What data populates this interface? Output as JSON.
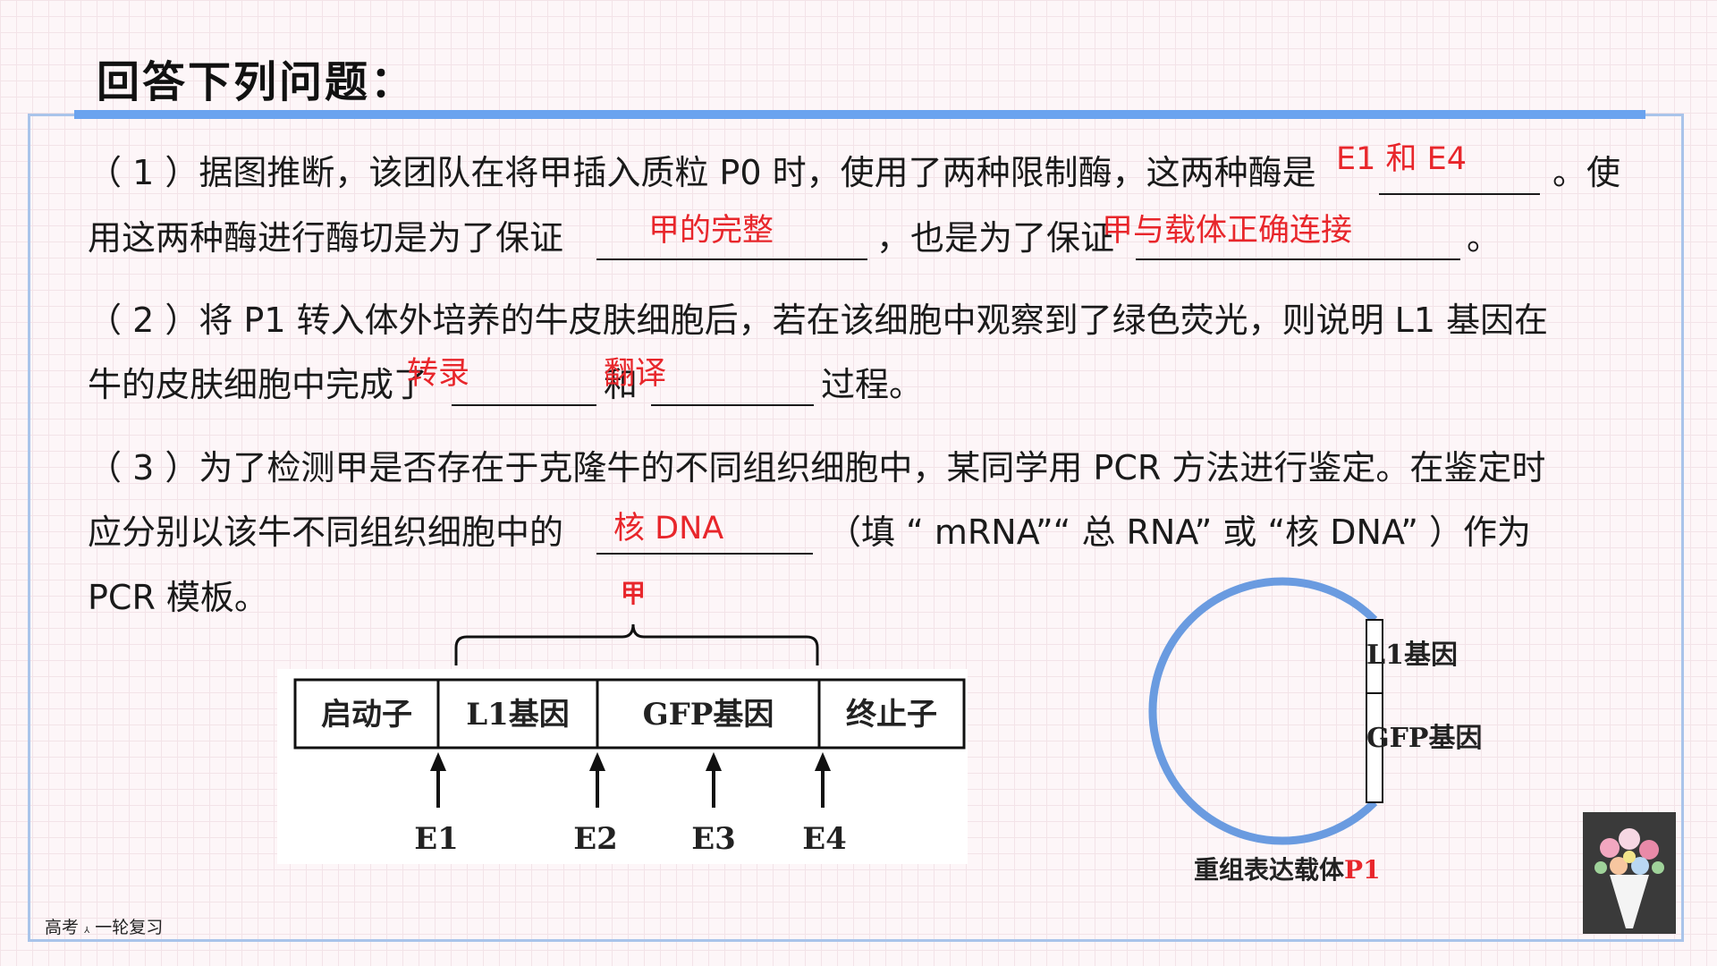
{
  "title": "回答下列问题：",
  "q1": {
    "line1_a": "（ 1 ）据图推断，该团队在将甲插入质粒 P0 时，使用了两种限制酶，这两种酶是",
    "line1_b": "。使",
    "line2_a": "用这两种酶进行酶切是为了保证",
    "line2_b": "，也是为了保证",
    "line2_c": "。",
    "answer_enzymes": "E1 和 E4",
    "answer_integrity": "甲的完整",
    "answer_connection": "甲与载体正确连接"
  },
  "q2": {
    "line1": "（ 2 ）将 P1 转入体外培养的牛皮肤细胞后，若在该细胞中观察到了绿色荧光，则说明 L1 基因在",
    "line2_a": "牛的皮肤细胞中完成了",
    "line2_b": "和",
    "line2_c": "过程。",
    "answer_transcription": "转录",
    "answer_translation": "翻译"
  },
  "q3": {
    "line1": "（ 3 ）为了检测甲是否存在于克隆牛的不同组织细胞中，某同学用 PCR 方法进行鉴定。在鉴定时",
    "line2_a": "应分别以该牛不同组织细胞中的",
    "line2_b": "（填 “ mRNA”“ 总 RNA” 或 “核 DNA” ）作为",
    "line3": "PCR 模板。",
    "answer_template": "核 DNA"
  },
  "gene_diagram": {
    "brace_label": "甲",
    "segments": [
      "启动子",
      "L1基因",
      "GFP基因",
      "终止子"
    ],
    "sites": [
      "E1",
      "E2",
      "E3",
      "E4"
    ]
  },
  "plasmid": {
    "genes": [
      "L1基因",
      "GFP基因"
    ],
    "caption_main": "重组表达载体",
    "caption_tag": "P1"
  },
  "footer": {
    "text_a": "高考",
    "text_mark": "⅄",
    "text_b": " 一轮复习"
  },
  "colors": {
    "accent_blue": "#6aa3ef",
    "answer_red": "#e8262b",
    "plasmid_ring": "#6a9be0"
  }
}
